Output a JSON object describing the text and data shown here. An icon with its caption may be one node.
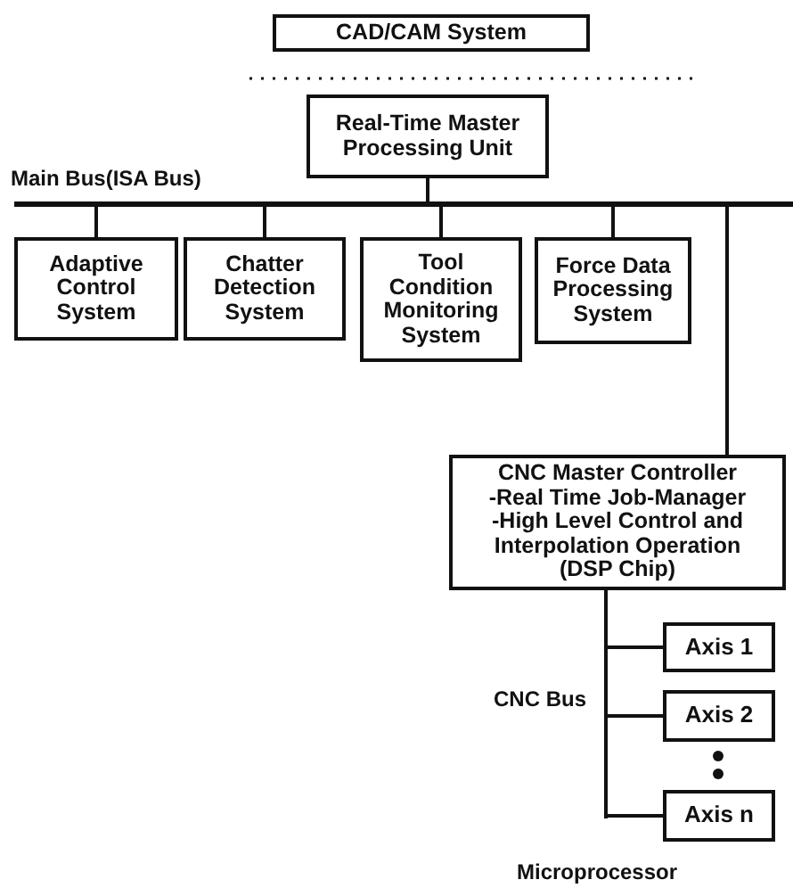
{
  "diagram": {
    "nodes": [
      {
        "text": [
          "CAD/CAM System"
        ]
      },
      {
        "text": [
          "Real-Time Master Processing Unit"
        ]
      },
      {
        "text": [],
        "shape": "bar",
        "beside": [
          "Main Bus(ISA Bus)"
        ]
      },
      {
        "text": [
          "Adaptive Control System"
        ]
      },
      {
        "text": [
          "Chatter Detection System"
        ]
      },
      {
        "text": [
          "Tool Condition Monitoring System"
        ]
      },
      {
        "text": [
          "Force Data Processing System"
        ]
      },
      {
        "text": [
          "CNC Master Controller",
          "-Real Time Job-Manager",
          "-High Level Control and Interpolation Operation",
          "(DSP Chip)"
        ]
      },
      {
        "text": [],
        "shape": "bar",
        "beside": [
          "CNC Bus"
        ]
      },
      {
        "text": [
          "Axis 1"
        ]
      },
      {
        "text": [
          "Axis 2"
        ]
      },
      {
        "text": [
          "Axis n"
        ]
      }
    ],
    "edges": [
      {
        "from": 1,
        "to": 2,
        "arrow": "none"
      },
      {
        "from": 2,
        "to": 3,
        "arrow": "none"
      },
      {
        "from": 2,
        "to": 4,
        "arrow": "none"
      },
      {
        "from": 2,
        "to": 5,
        "arrow": "none"
      },
      {
        "from": 2,
        "to": 6,
        "arrow": "none"
      },
      {
        "from": 2,
        "to": 7,
        "arrow": "none"
      },
      {
        "from": 7,
        "to": 8,
        "arrow": "none"
      },
      {
        "from": 8,
        "to": 9,
        "arrow": "none"
      },
      {
        "from": 8,
        "to": 10,
        "arrow": "none"
      },
      {
        "from": 8,
        "to": 11,
        "arrow": "none"
      }
    ],
    "labels": [
      "Microprocessor"
    ]
  }
}
